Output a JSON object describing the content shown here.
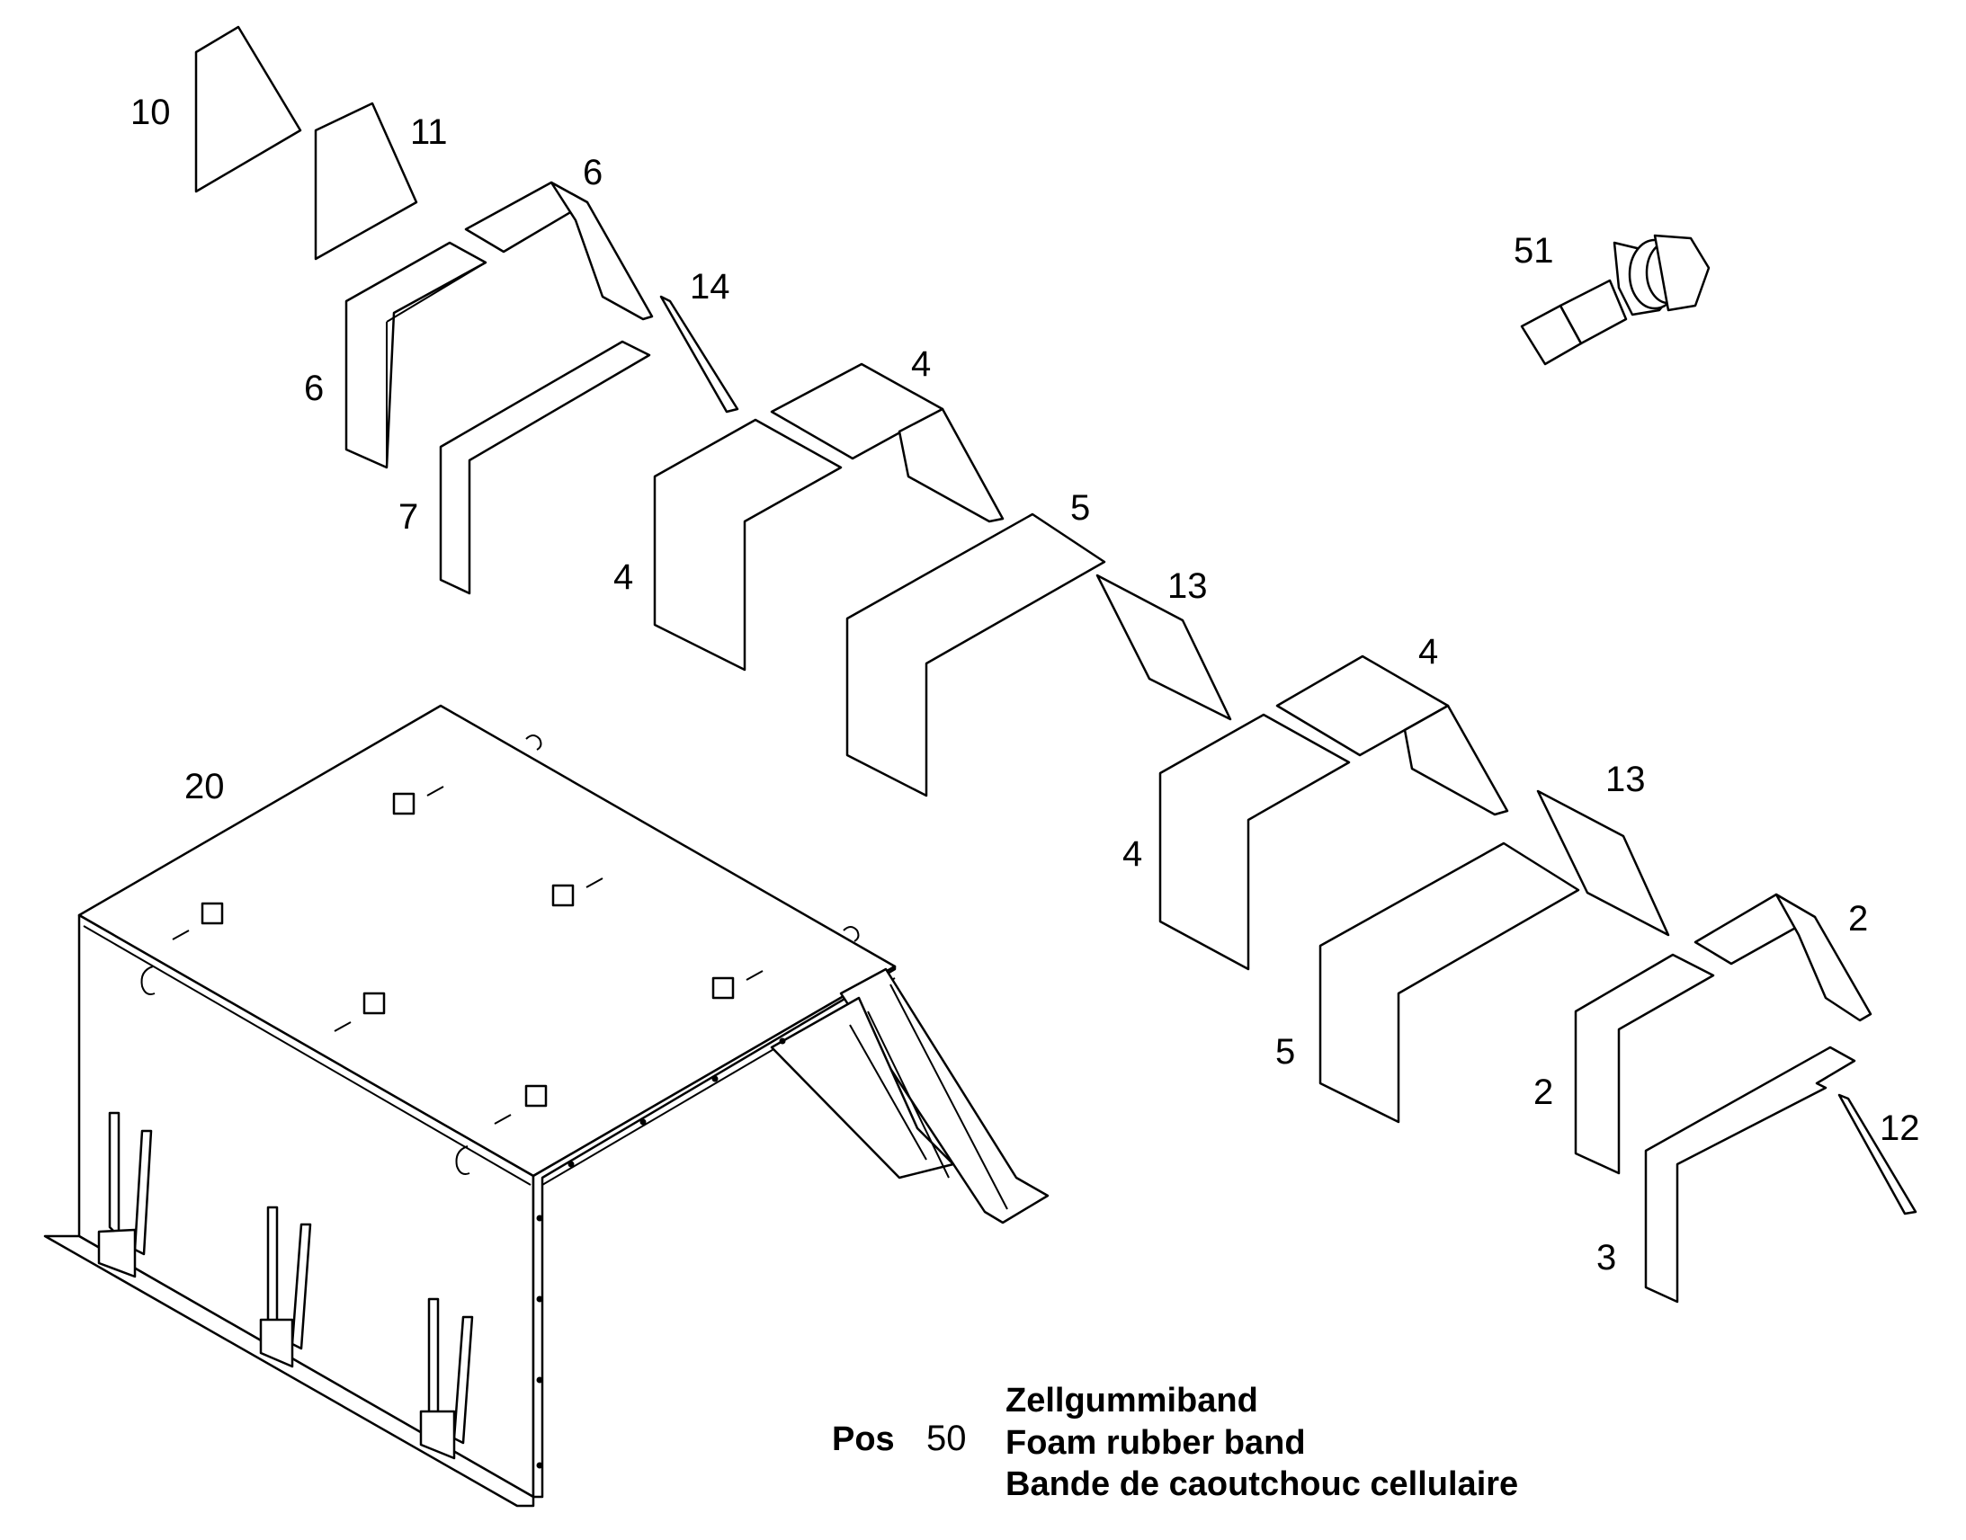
{
  "labels": {
    "p10": "10",
    "p11": "11",
    "p6a": "6",
    "p6b": "6",
    "p14": "14",
    "p7": "7",
    "p4a": "4",
    "p4b": "4",
    "p4c": "4",
    "p4d": "4",
    "p5a": "5",
    "p5b": "5",
    "p13a": "13",
    "p13b": "13",
    "p2a": "2",
    "p2b": "2",
    "p12": "12",
    "p3": "3",
    "p51": "51",
    "p20": "20"
  },
  "legend": {
    "pos_label": "Pos",
    "pos_number": "50",
    "line_de": "Zellgummiband",
    "line_en": "Foam rubber band",
    "line_fr": "Bande de caoutchouc cellulaire"
  }
}
